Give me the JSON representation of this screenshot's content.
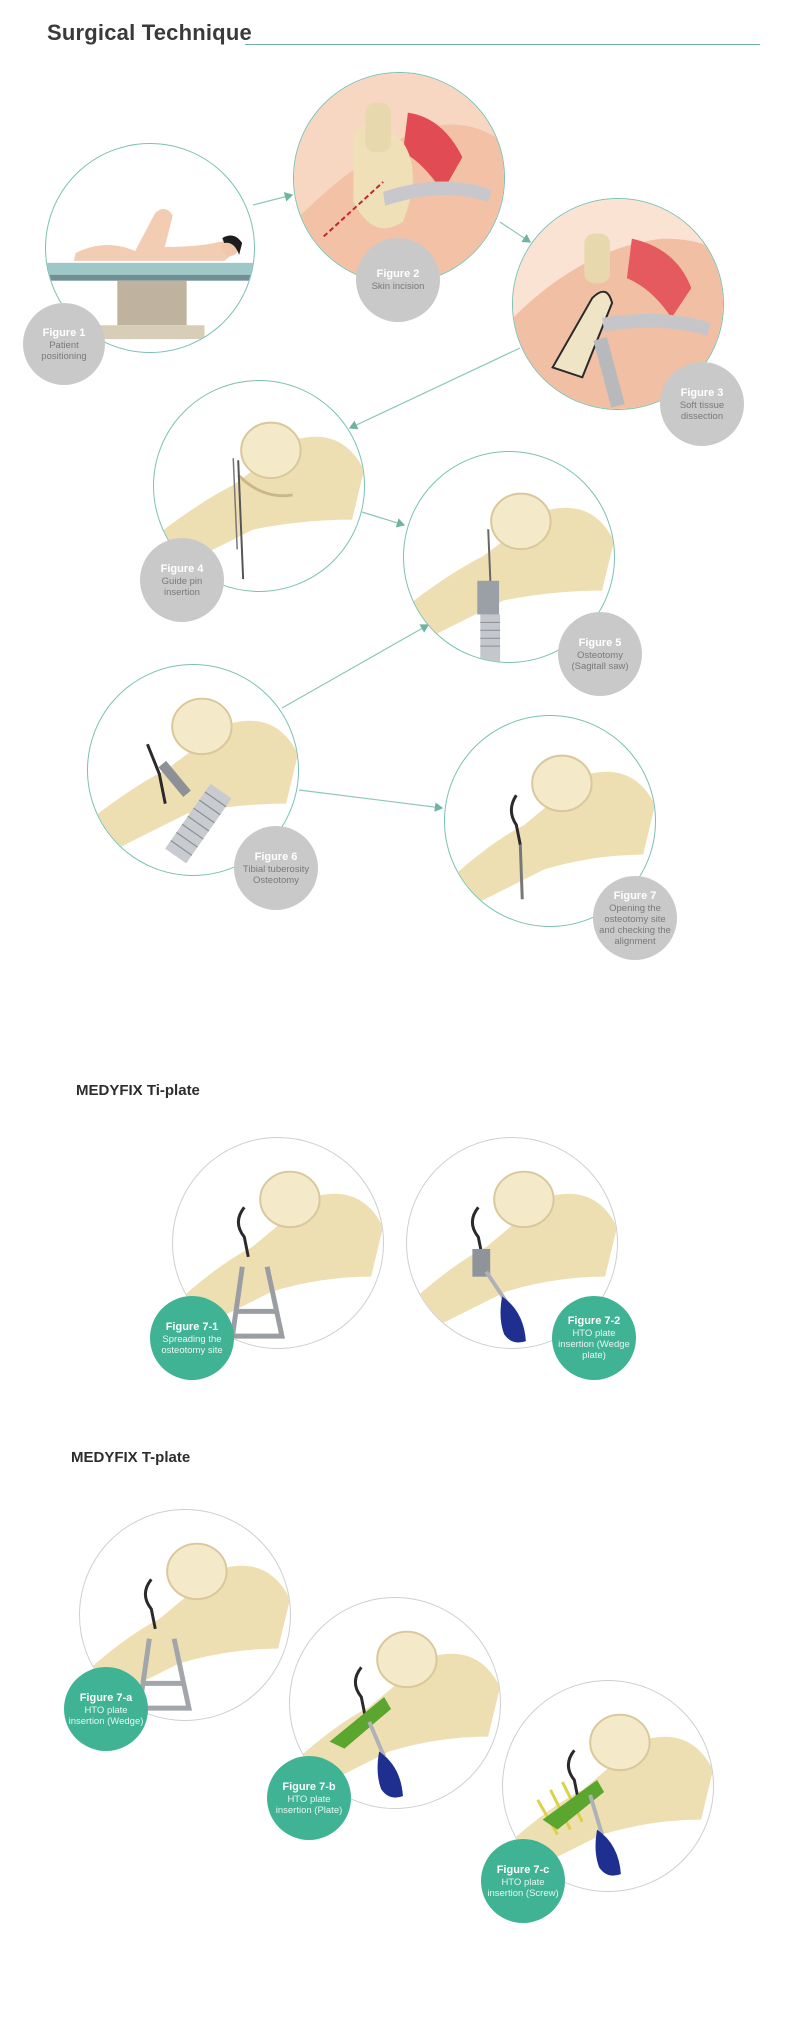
{
  "page": {
    "title": "Surgical Technique"
  },
  "figures": [
    {
      "id": "1",
      "label": "Figure 1",
      "caption": "Patient positioning"
    },
    {
      "id": "2",
      "label": "Figure 2",
      "caption": "Skin incision"
    },
    {
      "id": "3",
      "label": "Figure 3",
      "caption": "Soft tissue dissection"
    },
    {
      "id": "4",
      "label": "Figure 4",
      "caption": "Guide pin insertion"
    },
    {
      "id": "5",
      "label": "Figure 5",
      "caption": "Osteotomy (Sagitall saw)"
    },
    {
      "id": "6",
      "label": "Figure 6",
      "caption": "Tibial tuberosity Osteotomy"
    },
    {
      "id": "7",
      "label": "Figure 7",
      "caption": "Opening the osteotomy site and checking the alignment"
    }
  ],
  "ti_plate": {
    "heading": "MEDYFIX Ti-plate",
    "figures": [
      {
        "label": "Figure 7-1",
        "caption": "Spreading the osteotomy site"
      },
      {
        "label": "Figure 7-2",
        "caption": "HTO plate insertion (Wedge plate)"
      }
    ]
  },
  "t_plate": {
    "heading": "MEDYFIX T-plate",
    "figures": [
      {
        "label": "Figure 7-a",
        "caption": "HTO plate insertion (Wedge)"
      },
      {
        "label": "Figure 7-b",
        "caption": "HTO plate insertion (Plate)"
      },
      {
        "label": "Figure 7-c",
        "caption": "HTO plate insertion (Screw)"
      }
    ]
  },
  "colors": {
    "accent_teal": "#3fb393",
    "rule_green": "#6fb3a0",
    "badge_gray": "#c9c9c9",
    "bone": "#efe0b8",
    "muscle_red": "#e0555a",
    "skin": "#f4c6a8",
    "handle_blue": "#1f2f8f",
    "plate_green": "#5aa62e"
  },
  "icons": [
    "arrow-right-icon"
  ]
}
